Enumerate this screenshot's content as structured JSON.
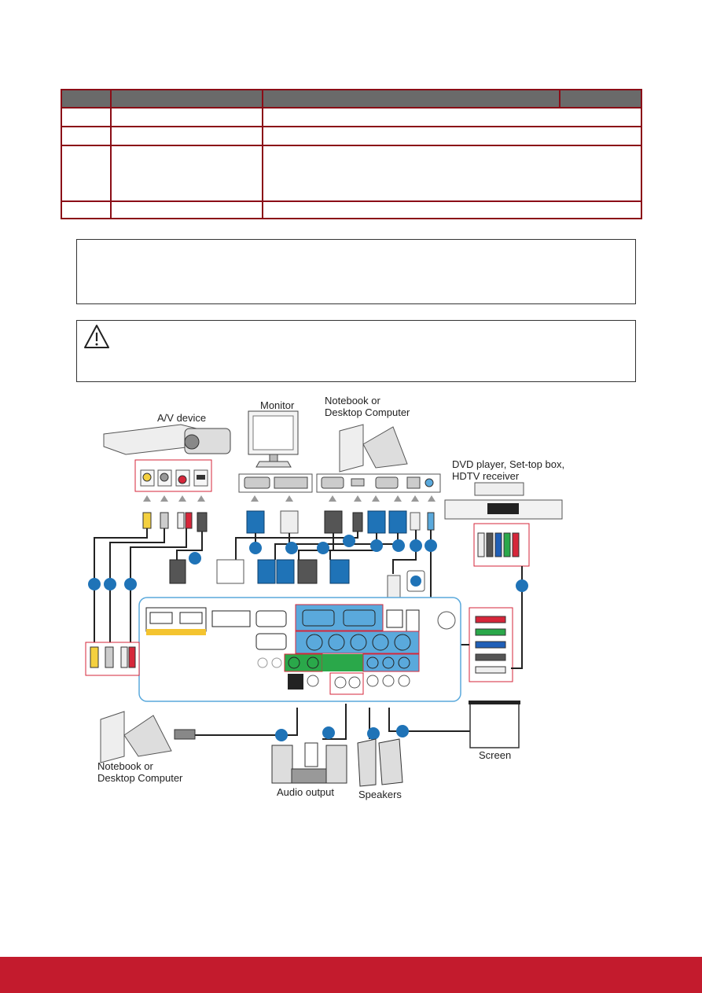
{
  "table": {
    "rows": [
      {
        "cells": [
          "",
          "",
          ""
        ]
      },
      {
        "cells": [
          "",
          "",
          ""
        ]
      },
      {
        "cells": [
          "",
          "",
          ""
        ]
      },
      {
        "cells": [
          "",
          "",
          ""
        ]
      }
    ]
  },
  "note_box": {
    "text": ""
  },
  "warning_box": {
    "icon": "warning-triangle-icon",
    "text": ""
  },
  "diagram": {
    "labels": {
      "av_device": "A/V device",
      "monitor": "Monitor",
      "notebook_top": "Notebook or\nDesktop Computer",
      "dvd_player": "DVD player, Set-top box,\nHDTV receiver",
      "notebook_bottom": "Notebook or\nDesktop Computer",
      "audio_output": "Audio output",
      "speakers": "Speakers",
      "screen": "Screen"
    }
  },
  "colors": {
    "accent": "#8b0d17",
    "footer": "#c31b2d",
    "cable_blue": "#1f73b7",
    "panel_blue": "#5aa9dc",
    "panel_green": "#2aa84a"
  }
}
